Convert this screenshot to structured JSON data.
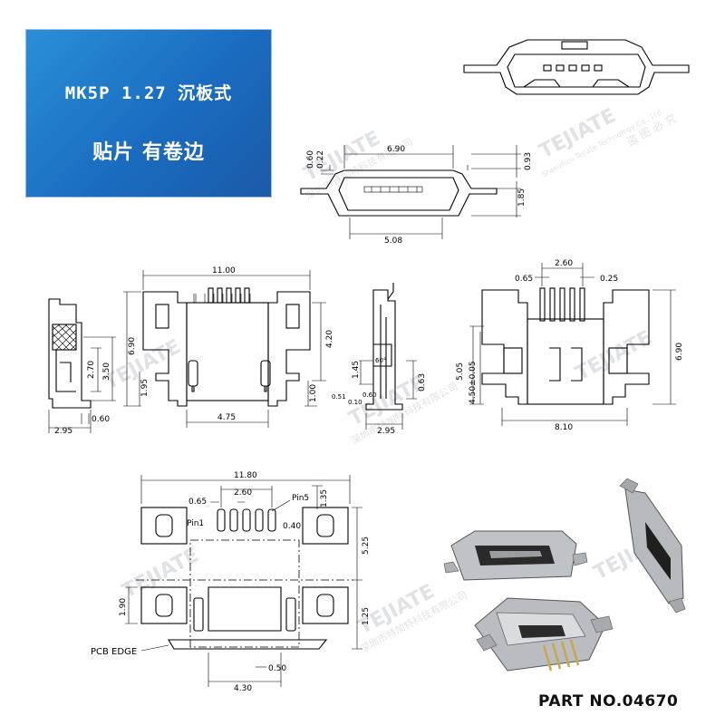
{
  "banner": {
    "line1": "MK5P 1.27 沉板式",
    "line2": "贴片 有卷边",
    "bg_color": "#1a6cc0"
  },
  "watermark": {
    "brand": "TEJIATE",
    "cn": "深圳市特加特科技有限公司",
    "en": "Shenzhen Tejiate Technology Co., Ltd.",
    "notice": "盗 图 必 究"
  },
  "front_view": {
    "dims": [
      "6.90",
      "0.60",
      "0.22",
      "0.93",
      "1.85",
      "5.08"
    ]
  },
  "side_view": {
    "dims": [
      "2.70",
      "3.50",
      "2.95",
      "0.60"
    ]
  },
  "top_view": {
    "dims": [
      "11.00",
      "6.90",
      "4.20",
      "1.95",
      "1.00",
      "4.75"
    ]
  },
  "profile_view": {
    "dims": [
      "1.45",
      "0.60",
      "0.51",
      "0.10",
      "0.63",
      "2.95"
    ],
    "angle": "60°"
  },
  "bottom_view": {
    "dims": [
      "2.60",
      "0.65",
      "0.25",
      "5.05",
      "4.50±0.05",
      "6.90",
      "8.10"
    ]
  },
  "footprint": {
    "dims": [
      "11.80",
      "2.60",
      "0.65",
      "1.35",
      "0.40",
      "5.25",
      "1.90",
      "1.25",
      "0.50",
      "4.30"
    ],
    "pin1": "Pin1",
    "pin5": "Pin5",
    "pcb_edge": "PCB EDGE"
  },
  "part_no": "PART NO.04670"
}
